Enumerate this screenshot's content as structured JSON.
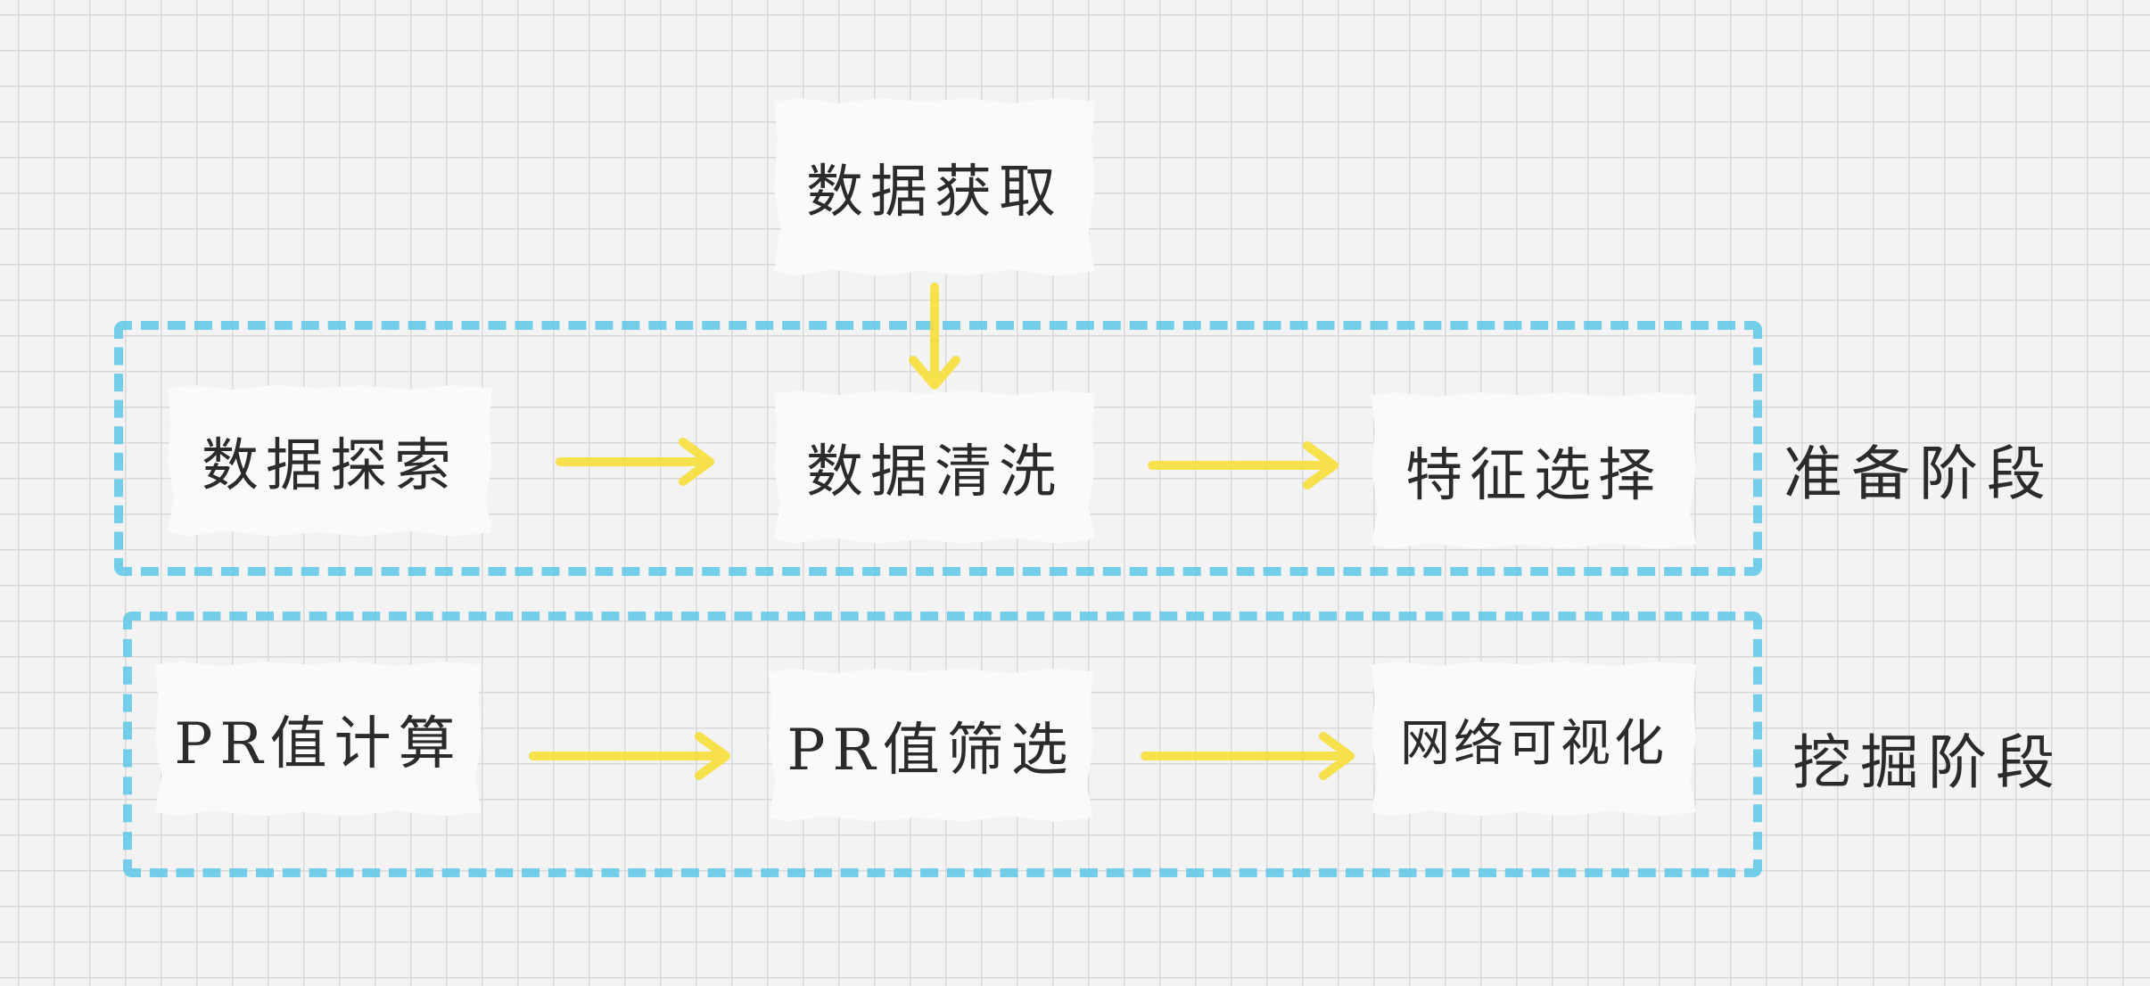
{
  "stages": {
    "preparation": "准备阶段",
    "mining": "挖掘阶段"
  },
  "nodes": {
    "data_acquisition": "数据获取",
    "data_exploration": "数据探索",
    "data_cleaning": "数据清洗",
    "feature_selection": "特征选择",
    "pr_calculation": "PR值计算",
    "pr_filtering": "PR值筛选",
    "network_visualization": "网络可视化"
  },
  "colors": {
    "stage_border": "#5ec8e8",
    "arrow": "#f7df3a",
    "note_background": "#fafafa",
    "text": "#2b2b2b",
    "grid": "#d9d9d9"
  }
}
